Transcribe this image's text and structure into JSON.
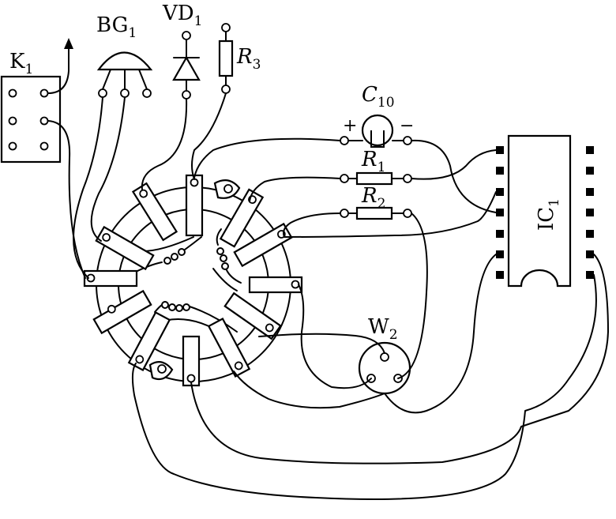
{
  "labels": {
    "k1": {
      "main": "K",
      "sub": "1"
    },
    "bg1": {
      "main": "BG",
      "sub": "1"
    },
    "vd1": {
      "main": "VD",
      "sub": "1"
    },
    "r3": {
      "main": "R",
      "sub": "3"
    },
    "c10": {
      "main": "C",
      "sub": "10"
    },
    "c10_plus": "+",
    "c10_minus": "−",
    "r1": {
      "main": "R",
      "sub": "1"
    },
    "r2": {
      "main": "R",
      "sub": "2"
    },
    "ic1": {
      "main": "IC",
      "sub": "1"
    },
    "w2": {
      "main": "W",
      "sub": "2"
    }
  }
}
